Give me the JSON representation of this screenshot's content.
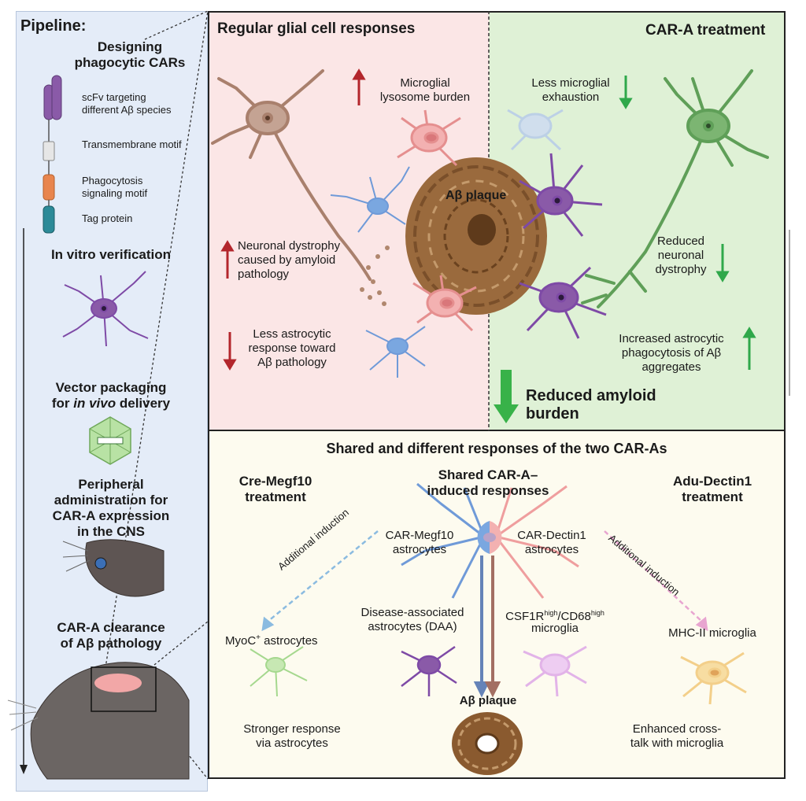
{
  "pipeline": {
    "title": "Pipeline:",
    "step1_title_a": "Designing",
    "step1_title_b": "phagocytic CARs",
    "car_parts": {
      "scfv": "scFv targeting different Aβ species",
      "transmembrane": "Transmembrane motif",
      "phagocytosis": "Phagocytosis signaling motif",
      "tag": "Tag protein"
    },
    "step2_title": "In vitro verification",
    "step3_title_a": "Vector packaging",
    "step3_title_b": "for",
    "step3_title_c": "in vivo",
    "step3_title_d": "delivery",
    "step4_title_a": "Peripheral",
    "step4_title_b": "administration for",
    "step4_title_c": "CAR-A expression",
    "step4_title_d": "in the CNS",
    "step5_title_a": "CAR-A clearance",
    "step5_title_b": "of Aβ pathology"
  },
  "regular": {
    "title": "Regular glial cell responses",
    "microglial_a": "Microglial",
    "microglial_b": "lysosome burden",
    "dystrophy_a": "Neuronal dystrophy",
    "dystrophy_b": "caused by amyloid",
    "dystrophy_c": "pathology",
    "astro_a": "Less astrocytic",
    "astro_b": "response toward",
    "astro_c": "Aβ pathology",
    "plaque": "Aβ plaque"
  },
  "cara": {
    "title": "CAR-A treatment",
    "exhaust_a": "Less microglial",
    "exhaust_b": "exhaustion",
    "reduced_a": "Reduced",
    "reduced_b": "neuronal",
    "reduced_c": "dystrophy",
    "increased_a": "Increased astrocytic",
    "increased_b": "phagocytosis of Aβ",
    "increased_c": "aggregates",
    "burden_a": "Reduced amyloid",
    "burden_b": "burden"
  },
  "shared": {
    "title": "Shared and different responses of the two CAR-As",
    "cre_a": "Cre-Megf10",
    "cre_b": "treatment",
    "shared_a": "Shared CAR-A–",
    "shared_b": "induced responses",
    "adu_a": "Adu-Dectin1",
    "adu_b": "treatment",
    "megf10_a": "CAR-Megf10",
    "megf10_b": "astrocytes",
    "dectin_a": "CAR-Dectin1",
    "dectin_b": "astrocytes",
    "add_induction_left": "Additional induction",
    "add_induction_right": "Additional induction",
    "myoc": "MyoC",
    "myoc_sup": "+",
    "myoc_rest": " astrocytes",
    "daa_a": "Disease-associated",
    "daa_b": "astrocytes (DAA)",
    "csf_a": "CSF1R",
    "csf_sup1": "high",
    "csf_mid": "/CD68",
    "csf_sup2": "high",
    "csf_b": "microglia",
    "mhc": "MHC-II microglia",
    "plaque": "Aβ plaque",
    "stronger_a": "Stronger response",
    "stronger_b": "via astrocytes",
    "enhanced_a": "Enhanced cross-",
    "enhanced_b": "talk with microglia"
  },
  "colors": {
    "up_red": "#b3262c",
    "down_green": "#2fa84a",
    "neuron_brown": "#a9806d",
    "microglia_pink": "#ee9e9e",
    "astro_blue": "#6f9ad8",
    "astro_purple": "#7e4aa6",
    "neuron_green": "#5f9f58",
    "plaque_brown": "#9a6a3d"
  }
}
